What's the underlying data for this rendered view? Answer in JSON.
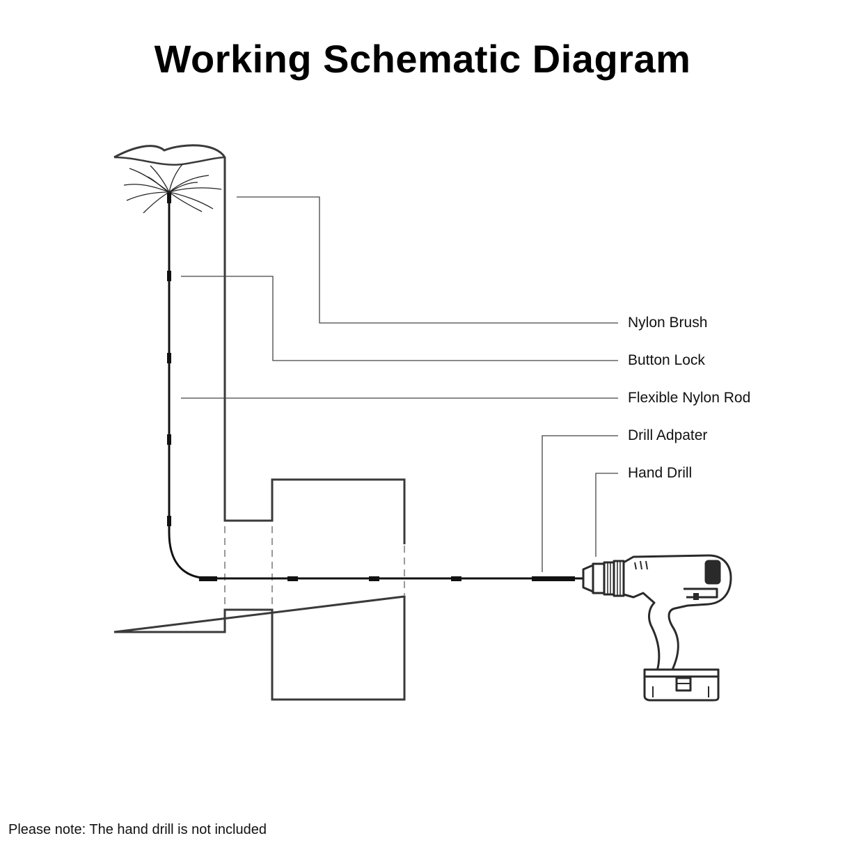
{
  "header": {
    "title": "Working Schematic Diagram"
  },
  "callouts": [
    {
      "id": "nylon-brush",
      "label": "Nylon Brush"
    },
    {
      "id": "button-lock",
      "label": "Button Lock"
    },
    {
      "id": "flexible-nylon-rod",
      "label": "Flexible Nylon Rod"
    },
    {
      "id": "drill-adapter",
      "label": "Drill Adpater"
    },
    {
      "id": "hand-drill",
      "label": "Hand Drill"
    }
  ],
  "footer": {
    "note": "Please note: The hand drill is not included"
  },
  "colors": {
    "pipe_stroke": "#3a3a3a",
    "rod": "#111111",
    "leader": "#444444",
    "dashed": "#999999"
  },
  "icons": {
    "brush": "nylon-brush-icon",
    "drill": "hand-drill-icon"
  }
}
